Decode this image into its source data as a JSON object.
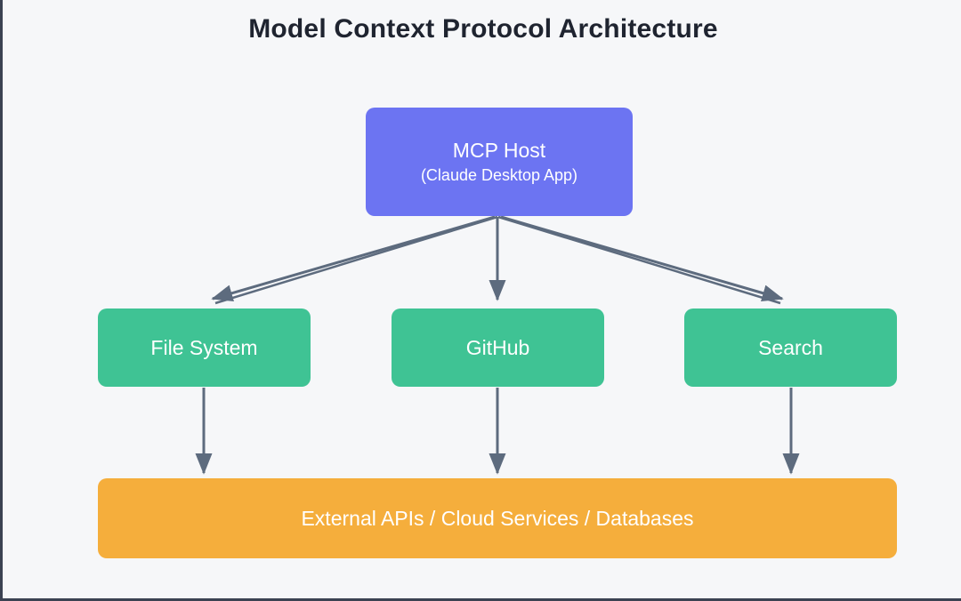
{
  "diagram": {
    "title": "Model Context Protocol Architecture",
    "background_color": "#f6f7f9",
    "title_color": "#1f2430",
    "edge_color": "#5d6b7e",
    "nodes": {
      "host": {
        "label": "MCP Host",
        "sublabel": "(Claude Desktop App)",
        "color": "#6c74f2",
        "text_color": "#ffffff"
      },
      "file_system": {
        "label": "File System",
        "color": "#3fc394",
        "text_color": "#ffffff"
      },
      "github": {
        "label": "GitHub",
        "color": "#3fc394",
        "text_color": "#ffffff"
      },
      "search": {
        "label": "Search",
        "color": "#3fc394",
        "text_color": "#ffffff"
      },
      "external": {
        "label": "External APIs / Cloud Services / Databases",
        "color": "#f5ae3c",
        "text_color": "#ffffff"
      }
    },
    "edges": [
      {
        "from": "MCP Host",
        "to": "File System"
      },
      {
        "from": "MCP Host",
        "to": "GitHub"
      },
      {
        "from": "MCP Host",
        "to": "Search"
      },
      {
        "from": "File System",
        "to": "External APIs / Cloud Services / Databases"
      },
      {
        "from": "GitHub",
        "to": "External APIs / Cloud Services / Databases"
      },
      {
        "from": "Search",
        "to": "External APIs / Cloud Services / Databases"
      }
    ]
  }
}
